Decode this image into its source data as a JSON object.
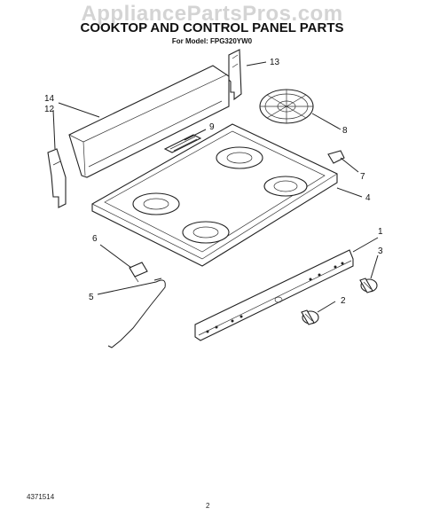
{
  "watermark": "AppliancePartsPros.com",
  "title": "COOKTOP AND CONTROL PANEL PARTS",
  "subtitle": "For Model: FPG320YW0",
  "footer": {
    "doc_number": "4371514",
    "page_number": "2"
  },
  "callouts": {
    "c1": "1",
    "c2": "2",
    "c3": "3",
    "c4": "4",
    "c5": "5",
    "c6": "6",
    "c7": "7",
    "c8": "8",
    "c9": "9",
    "c12": "12",
    "c13": "13",
    "c14": "14"
  }
}
